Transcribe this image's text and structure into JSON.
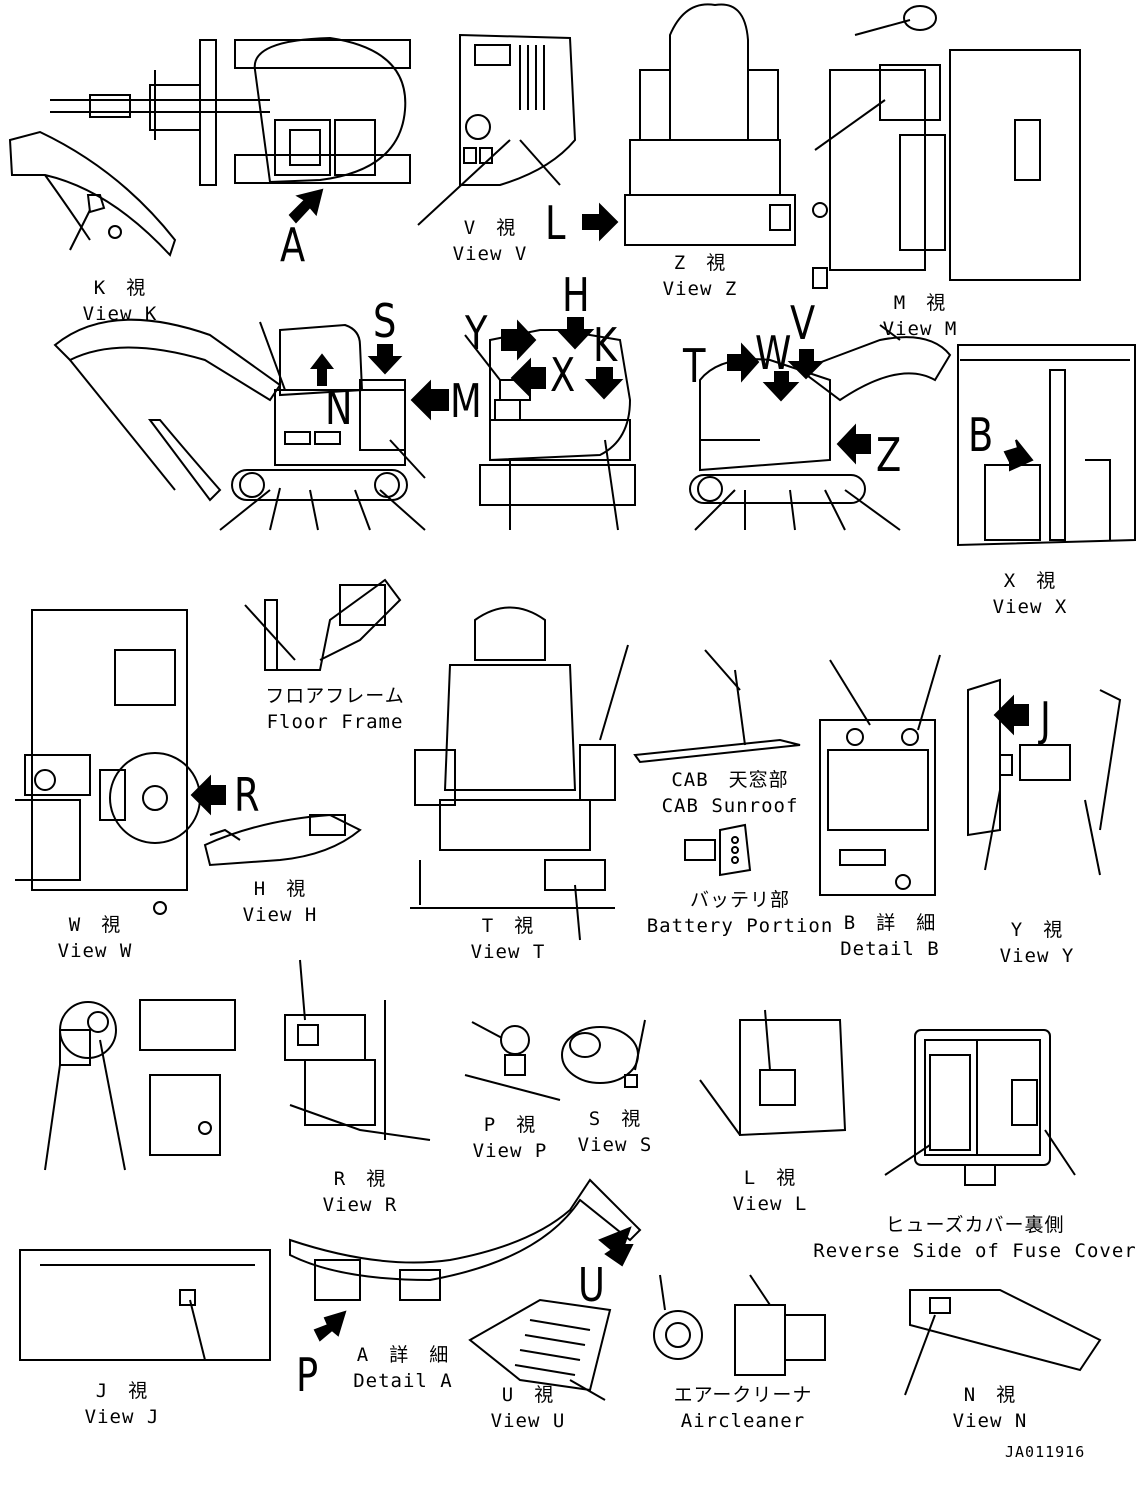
{
  "views": {
    "k": {
      "jp": "K　視",
      "en": "View K"
    },
    "v": {
      "jp": "V　視",
      "en": "View V"
    },
    "z": {
      "jp": "Z　視",
      "en": "View Z"
    },
    "m": {
      "jp": "M　視",
      "en": "View M"
    },
    "x": {
      "jp": "X　視",
      "en": "View X"
    },
    "floor": {
      "jp": "フロアフレーム",
      "en": "Floor Frame"
    },
    "h": {
      "jp": "H　視",
      "en": "View H"
    },
    "w": {
      "jp": "W　視",
      "en": "View W"
    },
    "t": {
      "jp": "T　視",
      "en": "View T"
    },
    "sunroof": {
      "jp": "CAB　天窓部",
      "en": "CAB Sunroof"
    },
    "battery": {
      "jp": "バッテリ部",
      "en": "Battery Portion"
    },
    "detail_b": {
      "jp": "B　詳　細",
      "en": "Detail B"
    },
    "y": {
      "jp": "Y　視",
      "en": "View Y"
    },
    "r": {
      "jp": "R　視",
      "en": "View R"
    },
    "p": {
      "jp": "P　視",
      "en": "View P"
    },
    "s": {
      "jp": "S　視",
      "en": "View S"
    },
    "l": {
      "jp": "L　視",
      "en": "View L"
    },
    "fuse": {
      "jp": "ヒューズカバー裏側",
      "en": "Reverse Side of Fuse Cover"
    },
    "j": {
      "jp": "J　視",
      "en": "View J"
    },
    "detail_a": {
      "jp": "A　詳　細",
      "en": "Detail A"
    },
    "u": {
      "jp": "U　視",
      "en": "View U"
    },
    "air": {
      "jp": "エアークリーナ",
      "en": "Aircleaner"
    },
    "n": {
      "jp": "N　視",
      "en": "View N"
    }
  },
  "markers": {
    "a": "A",
    "l": "L",
    "s": "S",
    "n": "N",
    "m": "M",
    "h": "H",
    "y": "Y",
    "k": "K",
    "x": "X",
    "t": "T",
    "w": "W",
    "v": "V",
    "z": "Z",
    "b": "B",
    "r": "R",
    "j": "J",
    "u": "U",
    "p": "P"
  },
  "drawing_code": "JA011916"
}
